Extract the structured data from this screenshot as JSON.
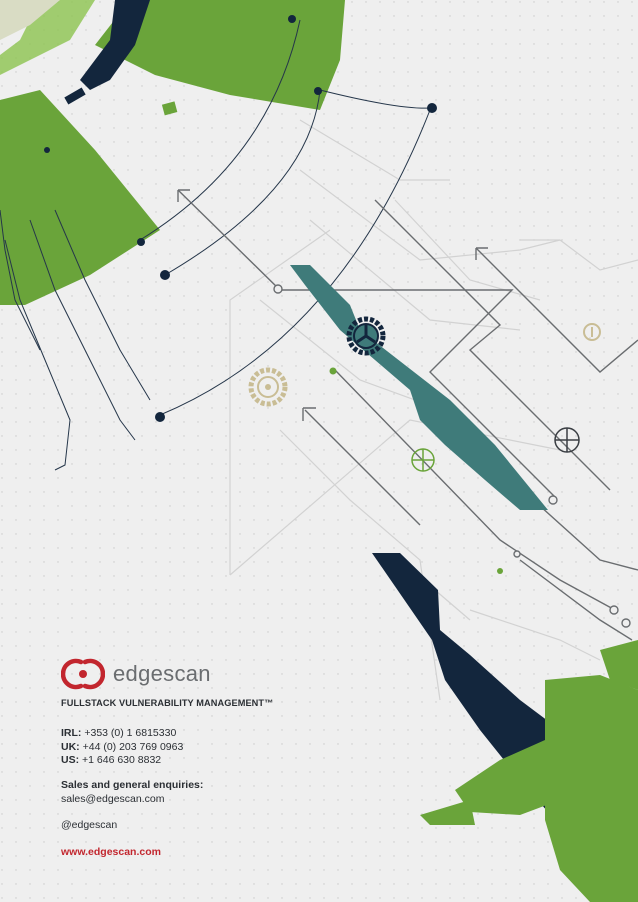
{
  "brand": {
    "name": "edgescan",
    "tagline": "FULLSTACK VULNERABILITY MANAGEMENT™",
    "logo_icon": "edgescan-logo-icon",
    "accent_red": "#c2262e",
    "green": "#6aa43a",
    "navy": "#13263d",
    "teal": "#3f7b7a"
  },
  "contact": {
    "phones": [
      {
        "label": "IRL:",
        "number": "+353 (0) 1 6815330"
      },
      {
        "label": "UK:",
        "number": "+44 (0) 203 769 0963"
      },
      {
        "label": "US:",
        "number": "+1 646 630 8832"
      }
    ],
    "enquiries_label": "Sales and general enquiries:",
    "email": "sales@edgescan.com",
    "social_handle": "@edgescan",
    "website": "www.edgescan.com"
  }
}
